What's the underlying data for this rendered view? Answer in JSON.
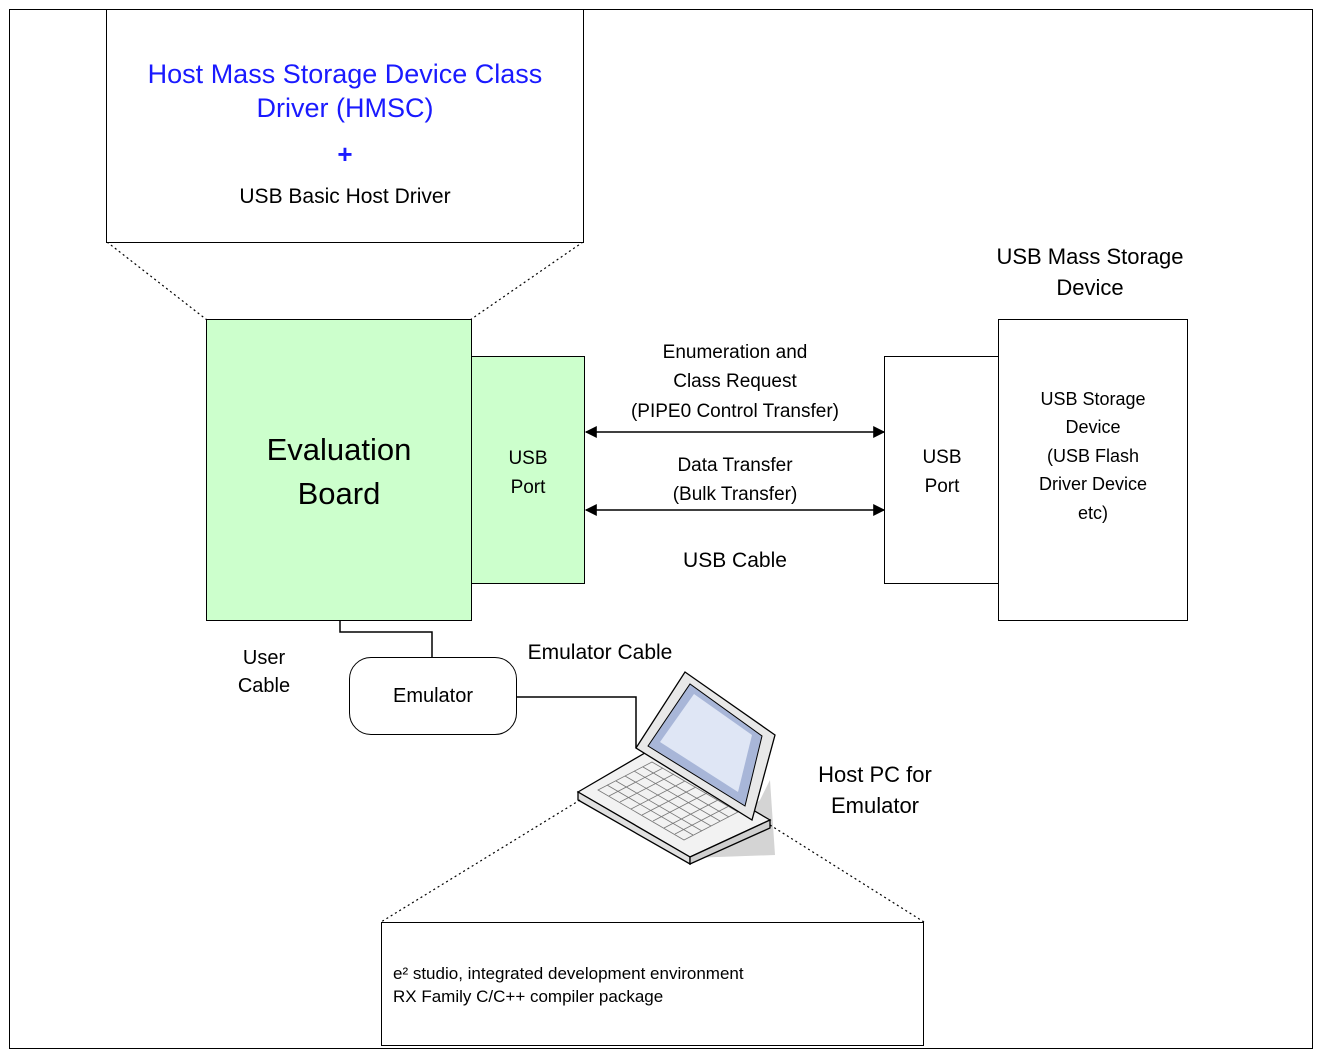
{
  "driver_box": {
    "title_line1": "Host Mass Storage Device Class",
    "title_line2": "Driver (HMSC)",
    "plus": "+",
    "subtitle": "USB Basic Host Driver"
  },
  "eval_board": {
    "label_line1": "Evaluation",
    "label_line2": "Board",
    "port_line1": "USB",
    "port_line2": "Port"
  },
  "arrows": {
    "control_line1": "Enumeration and",
    "control_line2": "Class Request",
    "control_line3": "(PIPE0 Control Transfer)",
    "data_line1": "Data Transfer",
    "data_line2": "(Bulk Transfer)",
    "cable_label": "USB Cable"
  },
  "device": {
    "title_line1": "USB Mass Storage",
    "title_line2": "Device",
    "port_line1": "USB",
    "port_line2": "Port",
    "storage_line1": "USB Storage",
    "storage_line2": "Device",
    "storage_line3": "(USB Flash",
    "storage_line4": "Driver Device",
    "storage_line5": "etc)"
  },
  "emulator": {
    "user_cable_line1": "User",
    "user_cable_line2": "Cable",
    "label": "Emulator",
    "cable_label": "Emulator Cable"
  },
  "host_pc": {
    "label_line1": "Host PC for",
    "label_line2": "Emulator",
    "software_line1": "e² studio, integrated development environment",
    "software_line2": "RX Family C/C++ compiler package"
  },
  "colors": {
    "accent_blue": "#1a1aff",
    "board_green": "#ccffcc"
  }
}
